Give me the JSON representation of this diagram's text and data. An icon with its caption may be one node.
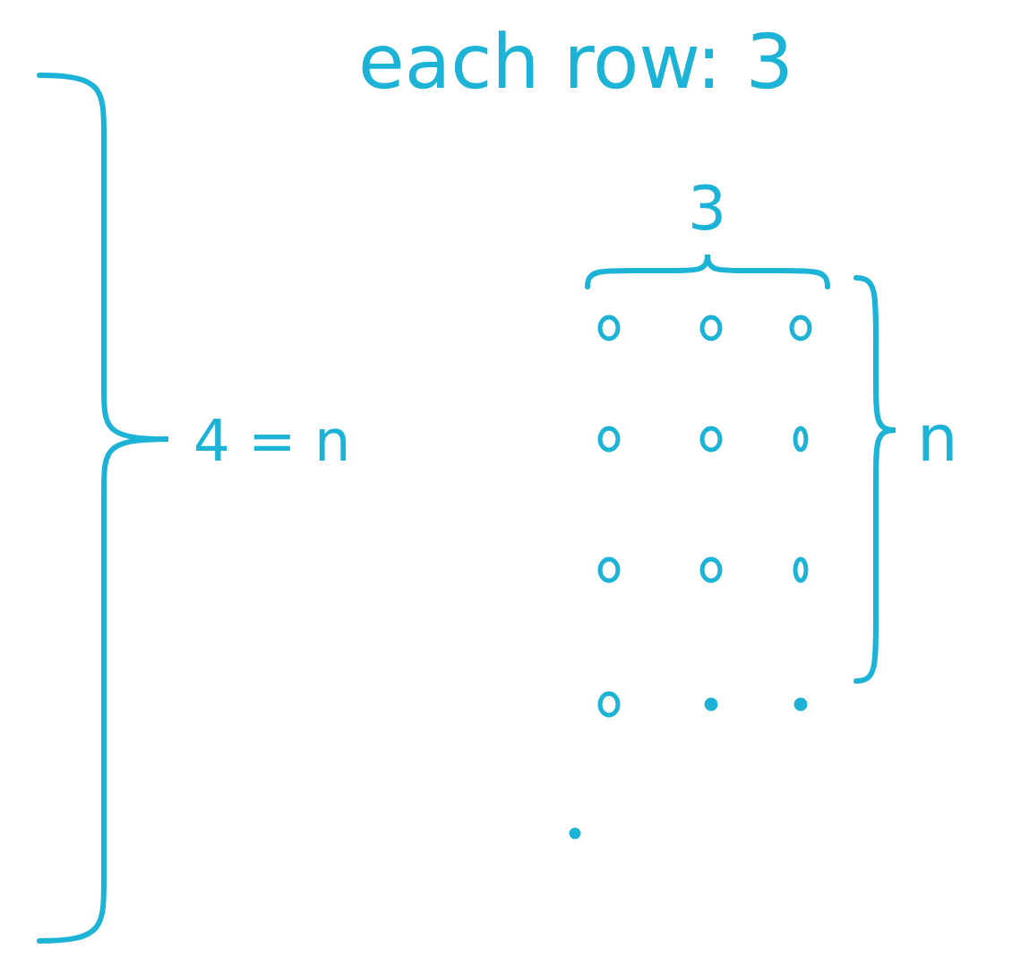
{
  "diagram": {
    "labels": [
      "each row: 3",
      "3",
      "4 = n",
      "n"
    ]
  }
}
